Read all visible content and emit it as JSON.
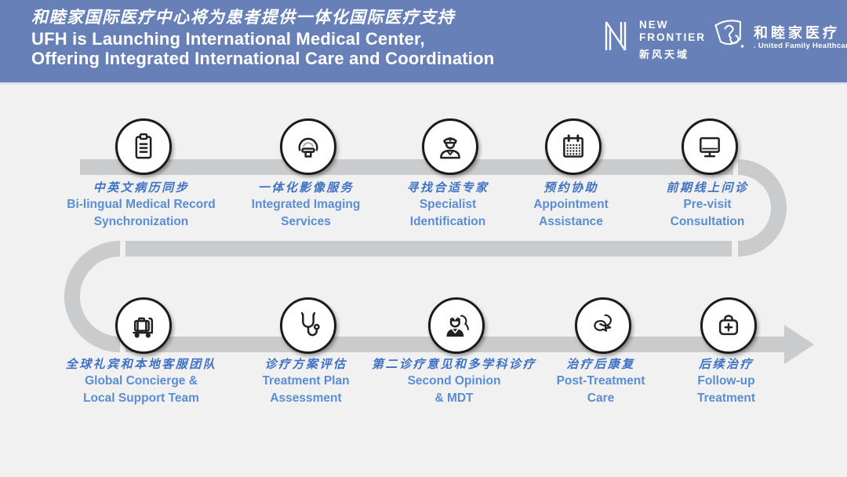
{
  "header": {
    "title_zh": "和睦家国际医疗中心将为患者提供一体化国际医疗支持",
    "title_en_line1": "UFH is Launching International Medical Center,",
    "title_en_line2": "Offering Integrated International Care and Coordination",
    "bg_color": "#6780b8"
  },
  "logos": {
    "new_frontier": {
      "line1": "NEW",
      "line2": "FRONTIER",
      "zh": "新风天域",
      "mark": "new-frontier-n-icon"
    },
    "ufh": {
      "zh": "和睦家医疗",
      "en": ". United Family Healthcare",
      "mark": "ufh-shield-icon"
    }
  },
  "colors": {
    "band": "#c9cbcd",
    "zh_text": "#3f72c4",
    "en_text": "#5b8dd3",
    "background": "#f1f1f2",
    "icon_stroke": "#212121"
  },
  "flow": {
    "top": [
      {
        "zh": "中英文病历同步",
        "en": "Bi-lingual Medical Record\nSynchronization",
        "icon": "clipboard-icon"
      },
      {
        "zh": "一体化影像服务",
        "en": "Integrated Imaging\nServices",
        "icon": "mri-scanner-icon"
      },
      {
        "zh": "寻找合适专家",
        "en": "Specialist\nIdentification",
        "icon": "doctor-icon"
      },
      {
        "zh": "预约协助",
        "en": "Appointment\nAssistance",
        "icon": "calendar-icon"
      },
      {
        "zh": "前期线上问诊",
        "en": "Pre-visit\nConsultation",
        "icon": "monitor-icon"
      }
    ],
    "bottom": [
      {
        "zh": "全球礼宾和本地客服团队",
        "en": "Global Concierge &\nLocal Support Team",
        "icon": "luggage-cart-icon"
      },
      {
        "zh": "诊疗方案评估",
        "en": "Treatment Plan\nAssessment",
        "icon": "stethoscope-icon"
      },
      {
        "zh": "第二诊疗意见和多学科诊疗",
        "en": "Second Opinion\n& MDT",
        "icon": "second-opinion-icon"
      },
      {
        "zh": "治疗后康复",
        "en": "Post-Treatment\nCare",
        "icon": "chat-bubbles-icon"
      },
      {
        "zh": "后续治疗",
        "en": "Follow-up\nTreatment",
        "icon": "medical-kit-icon"
      }
    ]
  }
}
